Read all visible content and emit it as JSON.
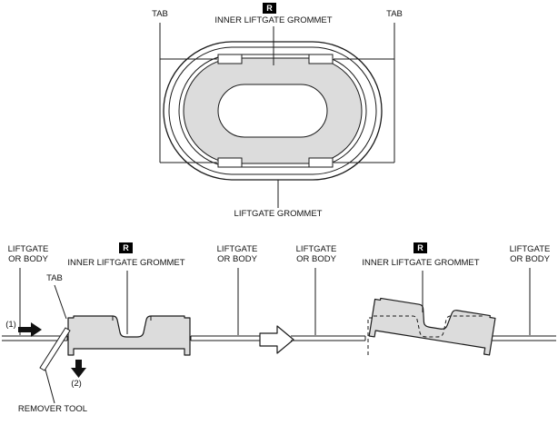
{
  "colors": {
    "background": "#ffffff",
    "line": "#1a1a1a",
    "grommet_fill": "#dcdcdc",
    "badge_bg": "#000000",
    "badge_fg": "#ffffff"
  },
  "icons": {
    "next_step_arrow": "hollow-right-arrow",
    "press_arrow_1": "solid-right-arrow",
    "press_arrow_2": "solid-down-arrow"
  },
  "top_view": {
    "tab_left": "TAB",
    "tab_right": "TAB",
    "badge": "R",
    "inner_label": "INNER LIFTGATE GROMMET",
    "outer_label": "LIFTGATE GROMMET"
  },
  "removal_view": {
    "body_left": "LIFTGATE\nOR BODY",
    "body_right": "LIFTGATE\nOR BODY",
    "badge": "R",
    "inner_label": "INNER LIFTGATE GROMMET",
    "tab": "TAB",
    "step1": "(1)",
    "step2": "(2)",
    "remover_tool": "REMOVER TOOL"
  },
  "result_view": {
    "body_left": "LIFTGATE\nOR BODY",
    "body_right": "LIFTGATE\nOR BODY",
    "badge": "R",
    "inner_label": "INNER LIFTGATE GROMMET"
  }
}
